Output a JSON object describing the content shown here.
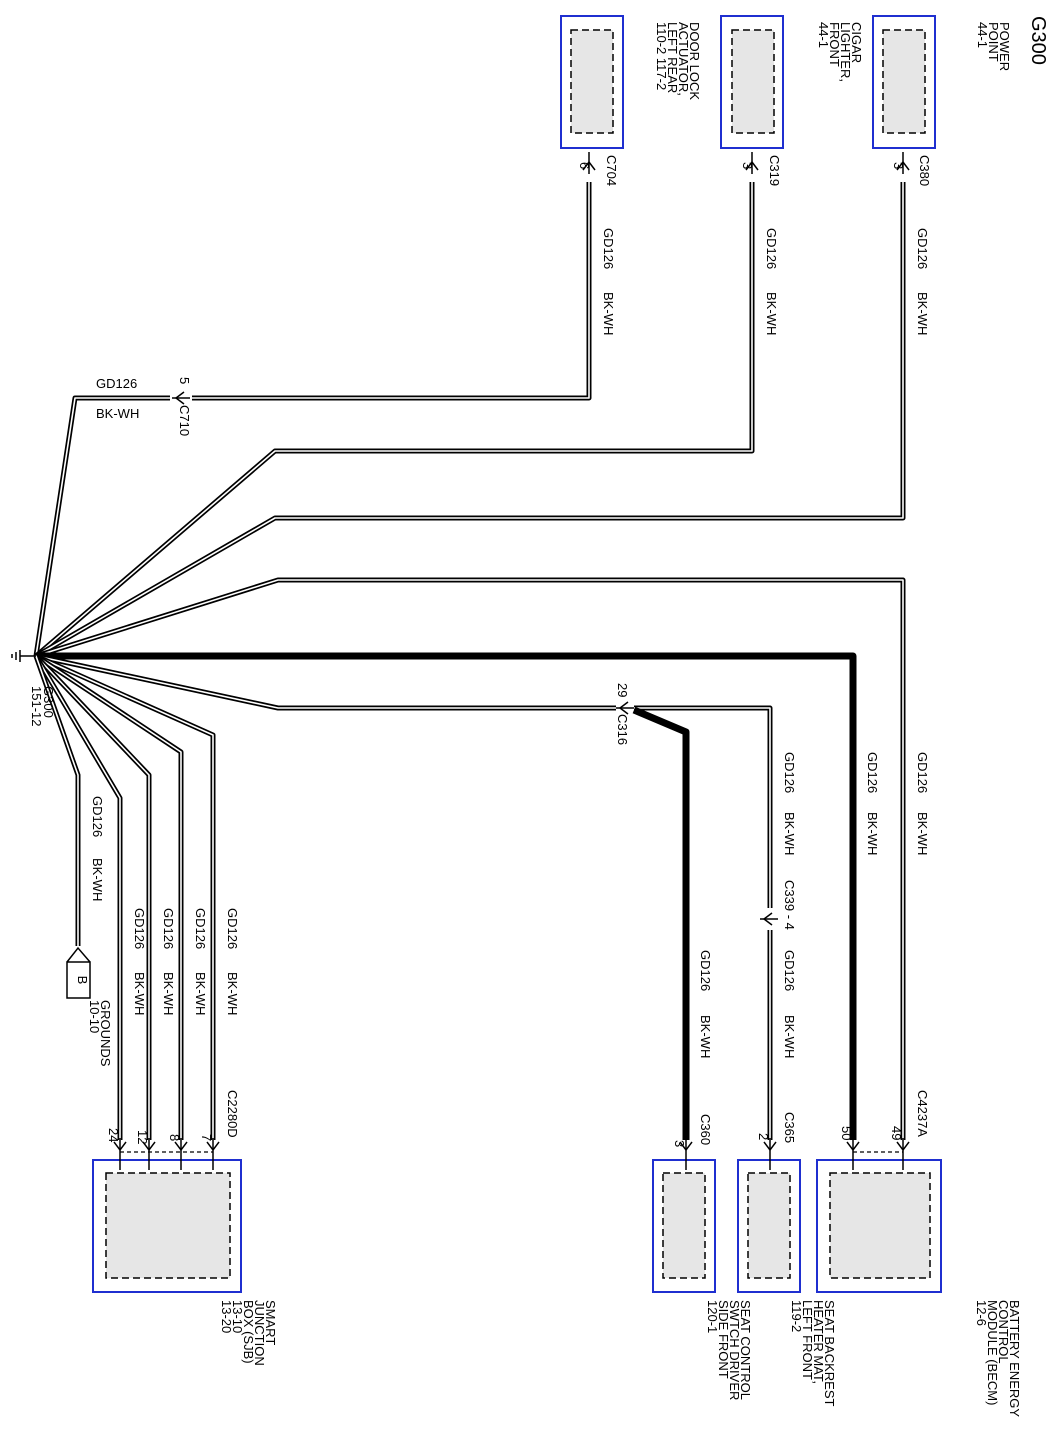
{
  "title": "G300",
  "ground": {
    "name": "G300",
    "ref": "151-12"
  },
  "wire": {
    "circuit": "GD126",
    "color": "BK-WH"
  },
  "components": {
    "power_point": {
      "lines": [
        "POWER",
        "POINT",
        "44-1"
      ]
    },
    "cigar_lighter": {
      "lines": [
        "CIGAR",
        "LIGHTER,",
        "FRONT",
        "44-1"
      ]
    },
    "door_lock": {
      "lines": [
        "DOOR LOCK",
        "ACTUATOR,",
        "LEFT REAR",
        "110-2   117-2"
      ]
    },
    "becm": {
      "lines": [
        "BATTERY ENERGY",
        "CONTROL",
        "MODULE (BECM)",
        "12-6"
      ]
    },
    "seat_backrest": {
      "lines": [
        "SEAT BACKREST",
        "HEATER MAT,",
        "LEFT FRONT",
        "119-2"
      ]
    },
    "seat_control": {
      "lines": [
        "SEAT CONTROL",
        "SWTCH DRIVER",
        "SIDE FRONT",
        "120-1"
      ]
    },
    "sjb": {
      "lines": [
        "SMART",
        "JUNCTION",
        "BOX (SJB)",
        "13-10",
        "13-20"
      ]
    },
    "grounds_ref": {
      "letter": "B",
      "lines": [
        "GROUNDS",
        "10-10"
      ]
    }
  },
  "connectors": {
    "c380": {
      "name": "C380",
      "pin": "3"
    },
    "c319": {
      "name": "C319",
      "pin": "3"
    },
    "c704": {
      "name": "C704",
      "pin": "6"
    },
    "c710": {
      "name": "C710",
      "pin": "5"
    },
    "c316": {
      "name": "C316",
      "pin": "29"
    },
    "c339": {
      "name": "C339 - 4"
    },
    "c365": {
      "name": "C365",
      "pin": "2"
    },
    "c360": {
      "name": "C360",
      "pin": "3"
    },
    "c4237a": {
      "name": "C4237A",
      "pins": [
        "49",
        "50"
      ]
    },
    "c2280d": {
      "name": "C2280D",
      "pins": [
        "7",
        "8",
        "12",
        "24"
      ]
    }
  }
}
